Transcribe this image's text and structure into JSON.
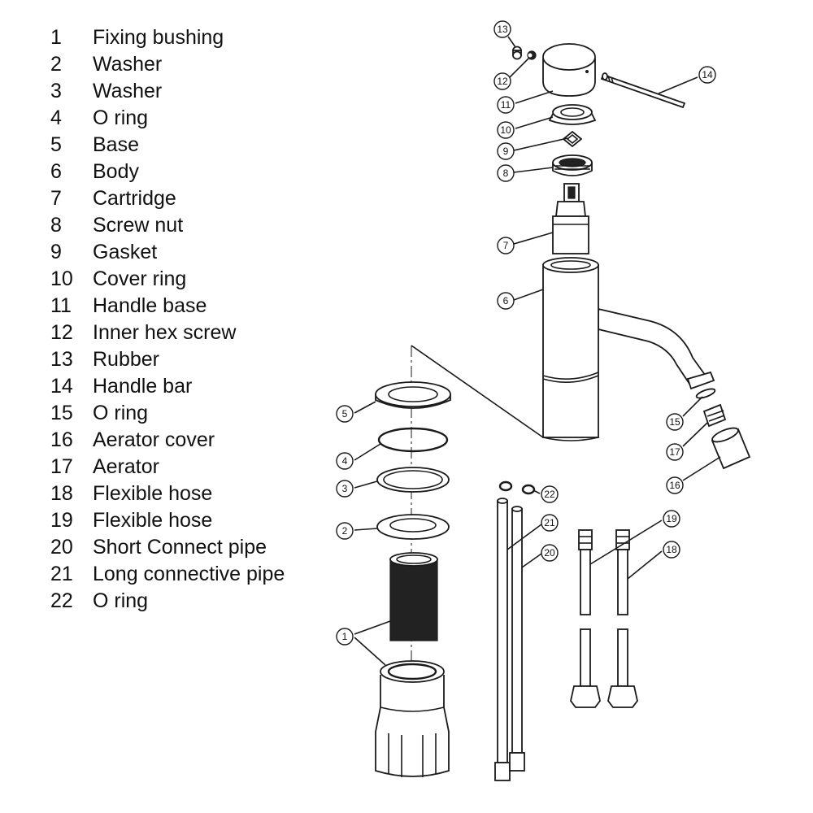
{
  "parts": [
    {
      "num": "1",
      "name": "Fixing bushing"
    },
    {
      "num": "2",
      "name": "Washer"
    },
    {
      "num": "3",
      "name": "Washer"
    },
    {
      "num": "4",
      "name": "O ring"
    },
    {
      "num": "5",
      "name": "Base"
    },
    {
      "num": "6",
      "name": "Body"
    },
    {
      "num": "7",
      "name": "Cartridge"
    },
    {
      "num": "8",
      "name": "Screw nut"
    },
    {
      "num": "9",
      "name": "Gasket"
    },
    {
      "num": "10",
      "name": "Cover ring"
    },
    {
      "num": "11",
      "name": "Handle base"
    },
    {
      "num": "12",
      "name": "Inner hex screw"
    },
    {
      "num": "13",
      "name": "Rubber"
    },
    {
      "num": "14",
      "name": "Handle bar"
    },
    {
      "num": "15",
      "name": "O ring"
    },
    {
      "num": "16",
      "name": "Aerator cover"
    },
    {
      "num": "17",
      "name": "Aerator"
    },
    {
      "num": "18",
      "name": "Flexible hose"
    },
    {
      "num": "19",
      "name": "Flexible hose"
    },
    {
      "num": "20",
      "name": "Short Connect pipe"
    },
    {
      "num": "21",
      "name": "Long connective pipe"
    },
    {
      "num": "22",
      "name": "O ring"
    }
  ],
  "callouts": [
    "1",
    "2",
    "3",
    "4",
    "5",
    "6",
    "7",
    "8",
    "9",
    "10",
    "11",
    "12",
    "13",
    "14",
    "15",
    "16",
    "17",
    "18",
    "19",
    "20",
    "21",
    "22"
  ]
}
